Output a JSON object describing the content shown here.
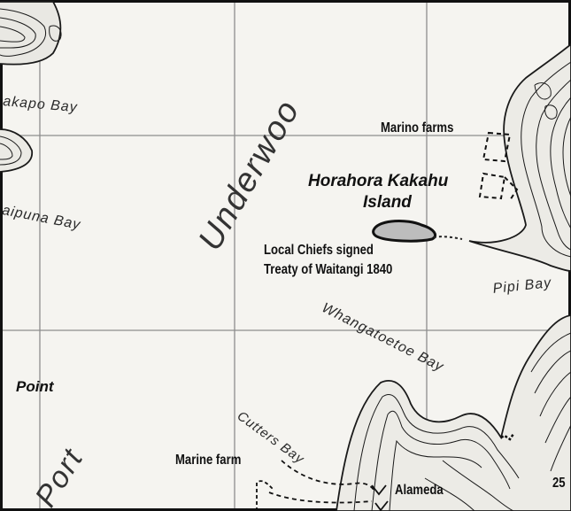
{
  "labels": {
    "makapo_bay": "akapo Bay",
    "waipuna_bay": "aipuna Bay",
    "marino_farms": "Marino farms",
    "island_line1": "Horahora Kakahu",
    "island_line2": "Island",
    "chiefs_line1": "Local Chiefs signed",
    "chiefs_line2": "Treaty of Waitangi 1840",
    "pipi_bay": "Pipi Bay",
    "whangatoetoe_bay": "Whangatoetoe Bay",
    "point": "Point",
    "cutters_bay": "Cutters Bay",
    "marine_farm": "Marine farm",
    "alameda": "Alameda",
    "grid_number": "25",
    "underwood": "Underwoo",
    "port": "Port"
  },
  "colors": {
    "paper": "#f5f4f0",
    "ink": "#111111",
    "grid": "#8a8a8a"
  }
}
